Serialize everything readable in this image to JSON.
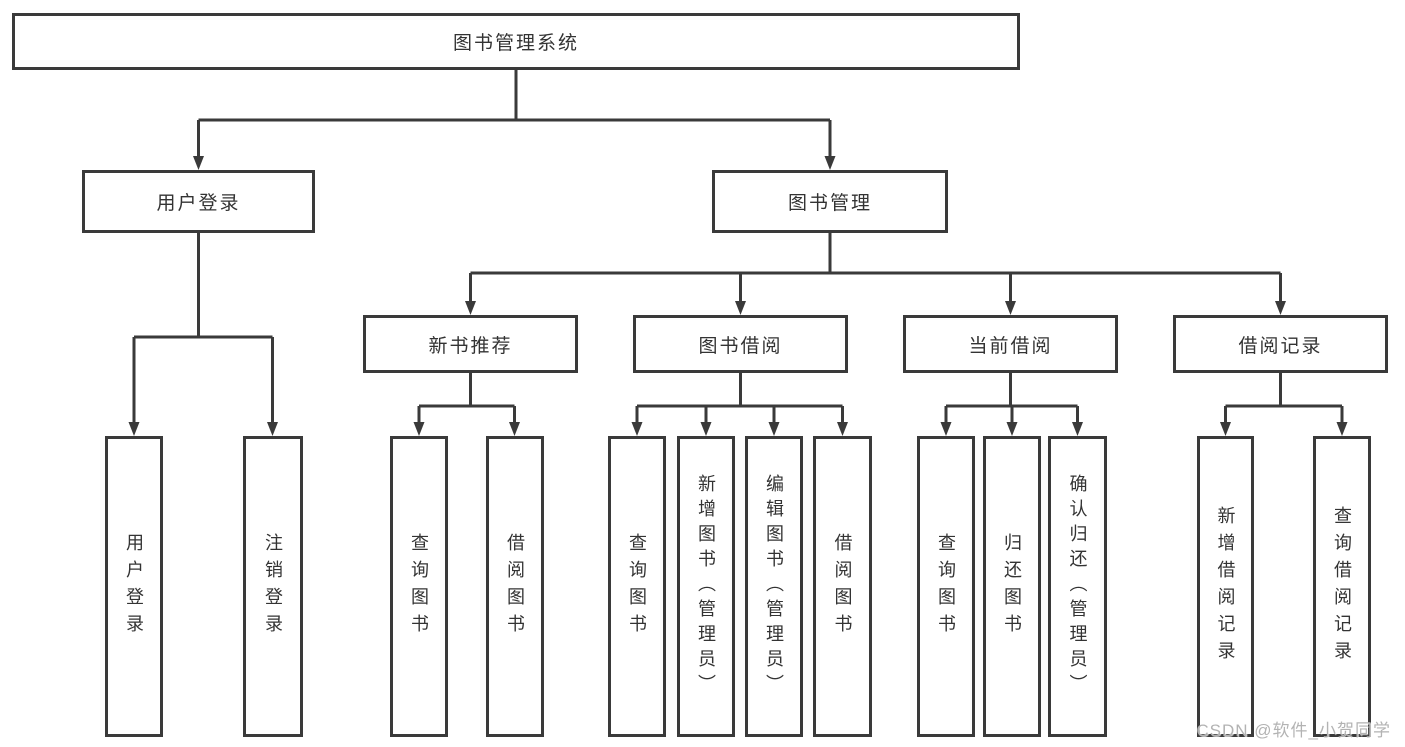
{
  "colors": {
    "line": "#3a3a3a",
    "box_border": "#3a3a3a",
    "box_fill": "#ffffff",
    "text": "#333333",
    "watermark": "#b3b3b3",
    "background": "#ffffff"
  },
  "tree": {
    "root": "图书管理系统",
    "level2": {
      "user_login": "用户登录",
      "book_mgmt": "图书管理"
    },
    "level3": {
      "new_book_rec": "新书推荐",
      "book_borrow": "图书借阅",
      "current_borrow": "当前借阅",
      "borrow_record": "借阅记录"
    },
    "leaves": {
      "user_login_leaf": "用户登录",
      "logout": "注销登录",
      "rec_query_book": "查询图书",
      "rec_borrow_book": "借阅图书",
      "bb_query_book": "查询图书",
      "bb_add_book": "新增图书（管理员）",
      "bb_edit_book": "编辑图书（管理员）",
      "bb_borrow_book": "借阅图书",
      "cb_query_book": "查询图书",
      "cb_return_book": "归还图书",
      "cb_confirm_return": "确认归还（管理员）",
      "br_add_record": "新增借阅记录",
      "br_query_record": "查询借阅记录"
    }
  },
  "watermark": "CSDN @软件_小贺同学"
}
